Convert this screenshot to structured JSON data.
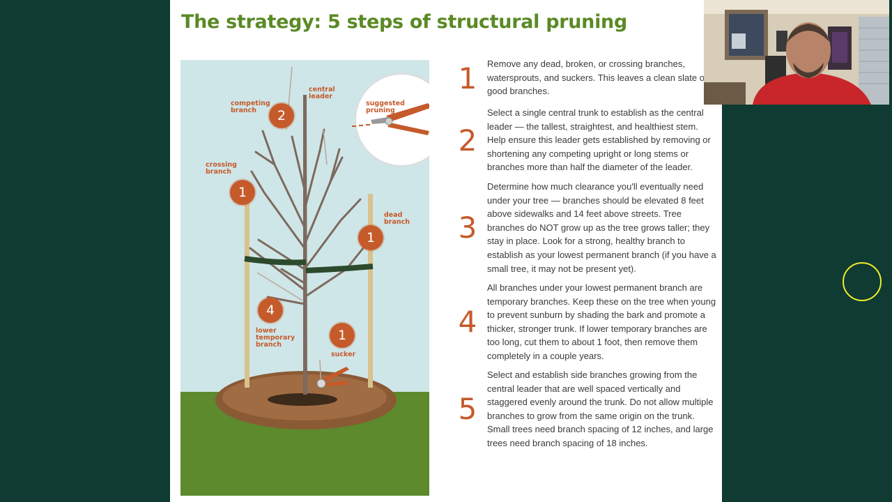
{
  "slide": {
    "title": "The strategy: 5 steps of structural pruning"
  },
  "illustration": {
    "labels": {
      "competing_branch": "competing\nbranch",
      "central_leader": "central\nleader",
      "suggested_pruning": "suggested\npruning",
      "crossing_branch": "crossing\nbranch",
      "dead_branch": "dead\nbranch",
      "lower_temporary_branch": "lower\ntemporary\nbranch",
      "sucker": "sucker"
    },
    "badges": {
      "competing": "2",
      "crossing": "1",
      "dead": "1",
      "lower": "4",
      "sucker": "1"
    }
  },
  "steps": [
    {
      "number": "1",
      "text": "Remove any dead, broken, or crossing branches, watersprouts, and suckers. This leaves a clean slate of good branches."
    },
    {
      "number": "2",
      "text": "Select a single central trunk to establish as the central leader — the tallest, straightest, and healthiest stem. Help ensure this leader gets established by removing or shortening any competing upright or long stems or branches more than half the diameter of the leader."
    },
    {
      "number": "3",
      "text": "Determine how much clearance you'll eventually need under your tree — branches should be elevated 8 feet above sidewalks and 14 feet above streets. Tree branches do NOT grow up as the tree grows taller; they stay in place. Look for a strong, healthy branch to establish as your lowest permanent branch (if you have a small tree, it may not be present yet)."
    },
    {
      "number": "4",
      "text": "All branches under your lowest permanent branch are temporary branches. Keep these on the tree when young to prevent sunburn by shading the bark and promote a thicker, stronger trunk. If lower temporary branches are too long, cut them to about 1 foot, then remove them completely in a couple years."
    },
    {
      "number": "5",
      "text": "Select and establish side branches growing from the central leader that are well spaced vertically and staggered evenly around the trunk. Do not allow multiple branches to grow from the same origin on the trunk. Small trees need branch spacing of 12 inches, and large trees need branch spacing of 18 inches."
    }
  ],
  "colors": {
    "background": "#0f3b32",
    "title": "#5a8a25",
    "accent": "#c55a2b",
    "grass": "#5c8a2c",
    "sky": "#cfe6e8",
    "cursor_ring": "#f2ee2a"
  }
}
